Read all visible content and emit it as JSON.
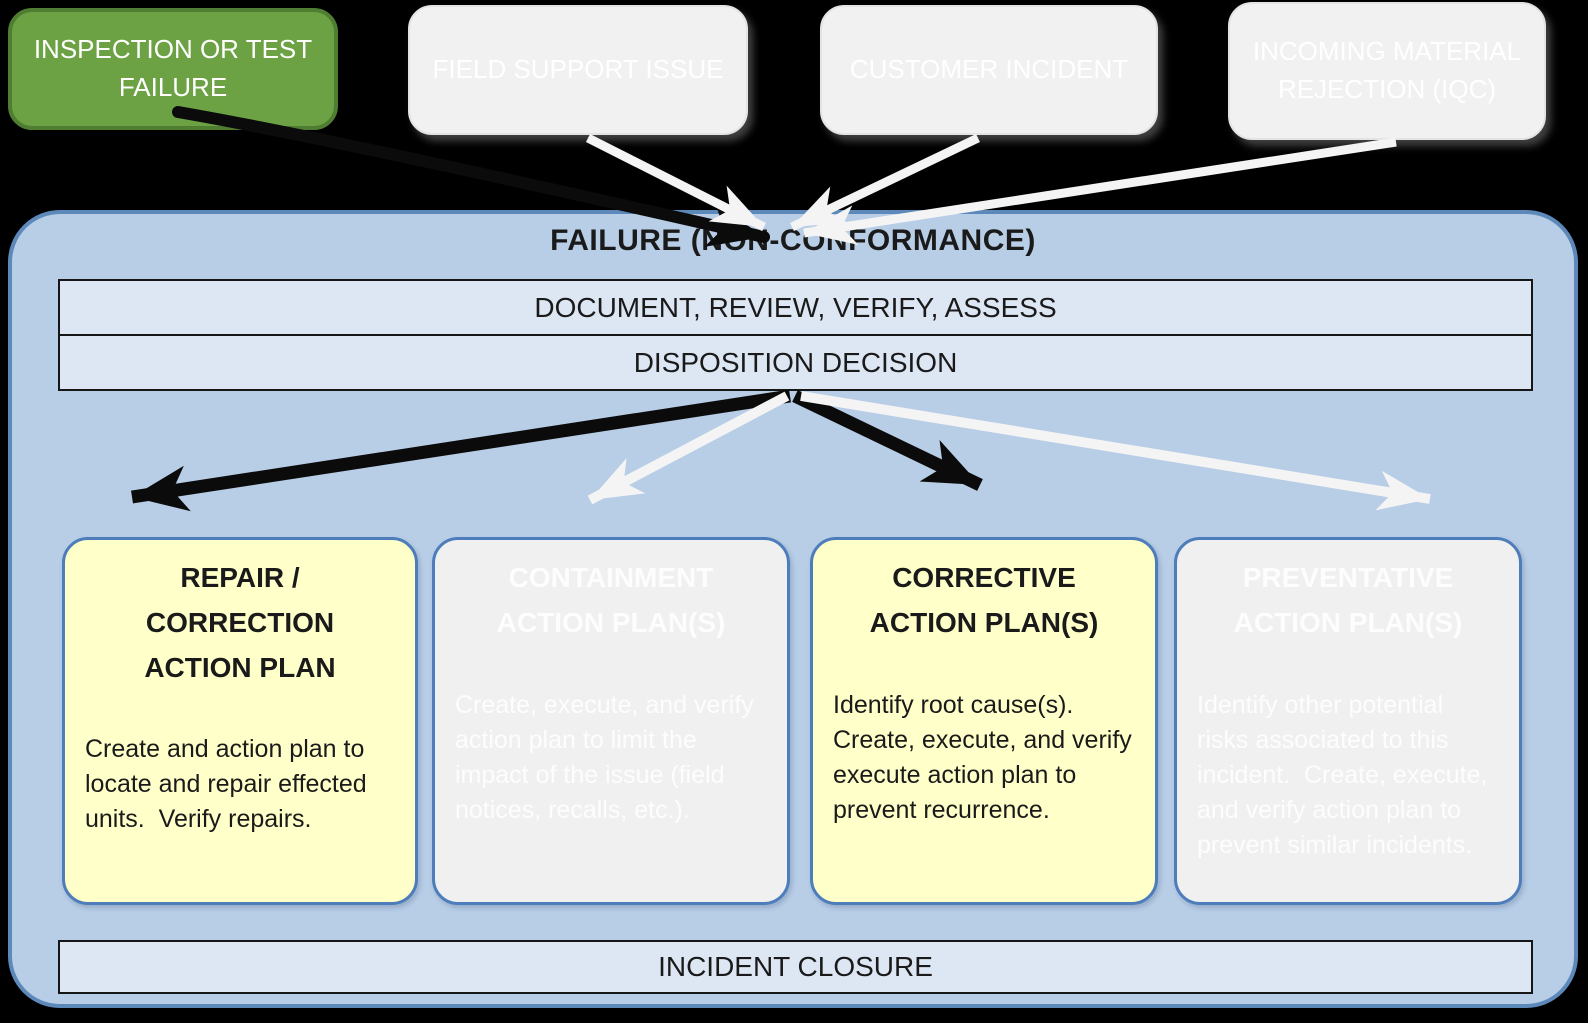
{
  "sources": [
    {
      "id": "inspection",
      "label": "INSPECTION OR TEST\nFAILURE"
    },
    {
      "id": "field-support",
      "label": "FIELD SUPPORT ISSUE"
    },
    {
      "id": "customer",
      "label": "CUSTOMER INCIDENT"
    },
    {
      "id": "iqc",
      "label": "INCOMING MATERIAL\nREJECTION (IQC)"
    }
  ],
  "container": {
    "title": "FAILURE (NON-CONFORMANCE)",
    "bars": [
      "DOCUMENT, REVIEW, VERIFY, ASSESS",
      "DISPOSITION DECISION"
    ],
    "closure": "INCIDENT CLOSURE"
  },
  "plans": [
    {
      "title": "REPAIR /\nCORRECTION\nACTION PLAN",
      "body": "Create and action plan to locate and repair effected units.  Verify repairs.",
      "style": "yellow"
    },
    {
      "title": "CONTAINMENT\nACTION PLAN(S)",
      "body": "Create, execute, and verify action plan to limit the impact of the issue (field notices, recalls, etc.).",
      "style": "gray"
    },
    {
      "title": "CORRECTIVE\nACTION PLAN(S)",
      "body": "Identify root cause(s). Create, execute, and verify execute action plan to prevent recurrence.",
      "style": "yellow"
    },
    {
      "title": "PREVENTATIVE\nACTION PLAN(S)",
      "body": "Identify other potential risks associated to this incident.  Create, execute, and verify action plan to prevent similar incidents.",
      "style": "gray"
    }
  ],
  "colors": {
    "bg": "#000000",
    "green-fill": "#6CA244",
    "green-border": "#4F7D31",
    "source-fill": "#F1F1F1",
    "source-text": "#FFFFFF",
    "container-fill": "#B8CDE6",
    "container-border": "#5D89BA",
    "bar-fill": "#DDE7F4",
    "bar-border": "#161616",
    "yellow-fill": "#FFFFC9",
    "gray-fill": "#F0F0F0",
    "plan-border": "#4D7DBA",
    "dark-text": "#1A1A1A",
    "light-text": "#FDFDFD",
    "arrow-white": "#F4F4F4",
    "arrow-black": "#0B0B0B"
  }
}
